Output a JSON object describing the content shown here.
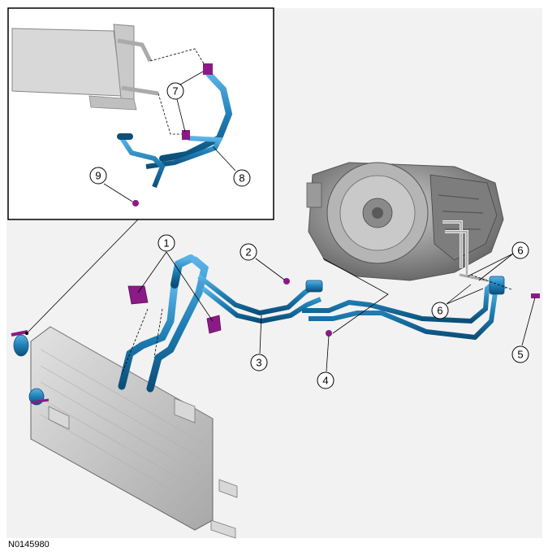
{
  "figure_id": "N0145980",
  "callouts": {
    "c1": "1",
    "c2": "2",
    "c3": "3",
    "c4": "4",
    "c5": "5",
    "c6a": "6",
    "c6b": "6",
    "c7": "7",
    "c8": "8",
    "c9": "9"
  },
  "colors": {
    "tube": "#1f7fb5",
    "tube_dark": "#0b4f7a",
    "clip": "#8b1a86",
    "cooler": "#c9c9c9",
    "cooler_dark": "#8f8f8f",
    "transmission": "#9a9a9a",
    "transmission_dark": "#5e5e5e",
    "background_panel": "#f2f2f2"
  }
}
